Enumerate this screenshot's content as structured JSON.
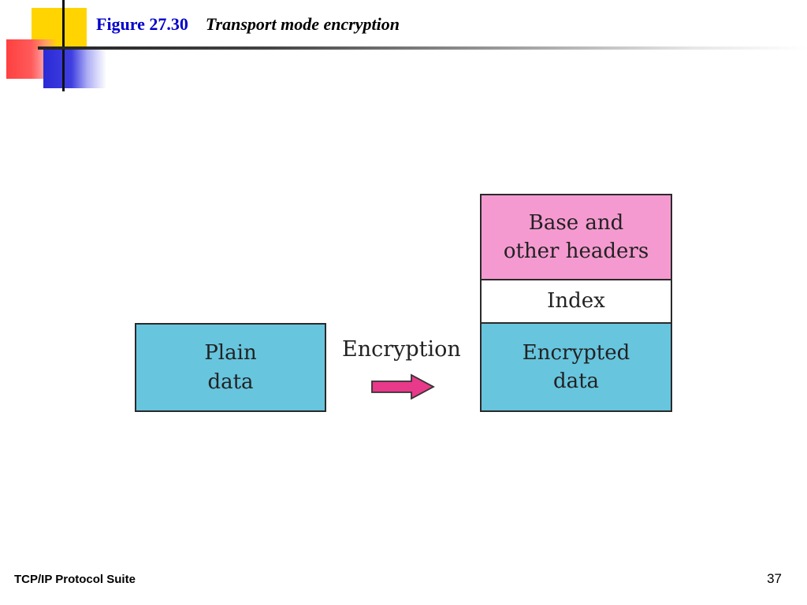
{
  "slide": {
    "figure_number": "Figure 27.30",
    "figure_title": "Transport mode encryption",
    "footer": "TCP/IP Protocol Suite",
    "page_number": "37"
  },
  "diagram": {
    "plain_box": "Plain\ndata",
    "operation_label": "Encryption",
    "headers_segment": "Base and\nother headers",
    "index_segment": "Index",
    "encrypted_segment": "Encrypted\ndata"
  },
  "colors": {
    "title_blue": "#0000cc",
    "data_cyan": "#67c5de",
    "header_pink": "#f59ad0",
    "arrow_magenta": "#e8398a"
  }
}
